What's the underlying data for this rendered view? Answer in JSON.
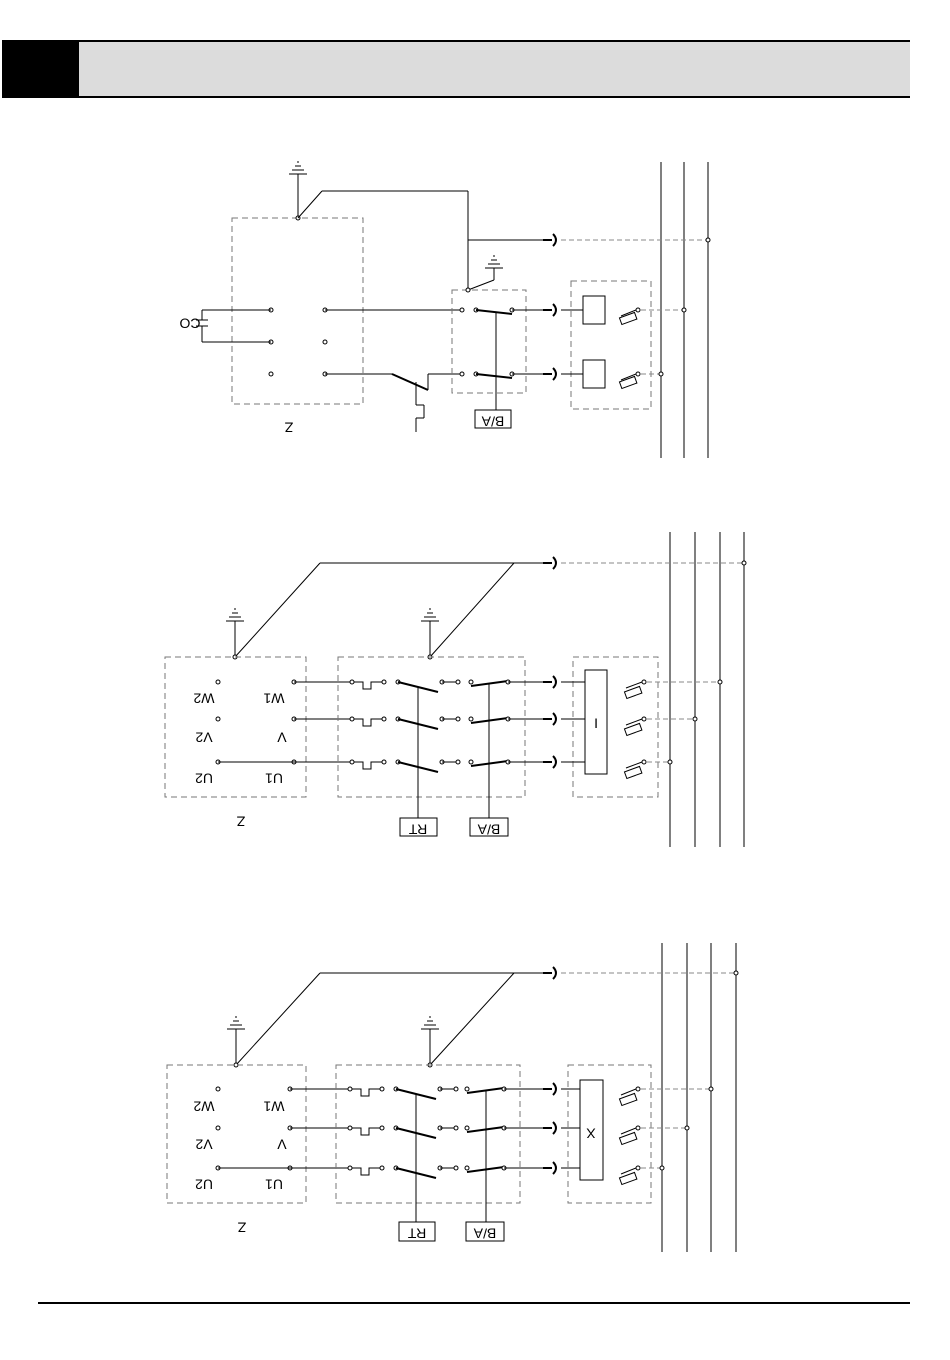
{
  "diagram1": {
    "capacitor_label": "CO",
    "motor_label": "Z",
    "switch_label": "B/A"
  },
  "diagram2": {
    "motor_terminals": [
      "W2",
      "V2",
      "U2",
      "W1",
      "V",
      "U1"
    ],
    "motor_label": "Z",
    "thermal_label": "RT",
    "switch_label": "B/A",
    "module_symbol": "I"
  },
  "diagram3": {
    "motor_terminals": [
      "W2",
      "V2",
      "U2",
      "W1",
      "V",
      "U1"
    ],
    "motor_label": "Z",
    "thermal_label": "RT",
    "switch_label": "B/A",
    "module_symbol": "X"
  }
}
